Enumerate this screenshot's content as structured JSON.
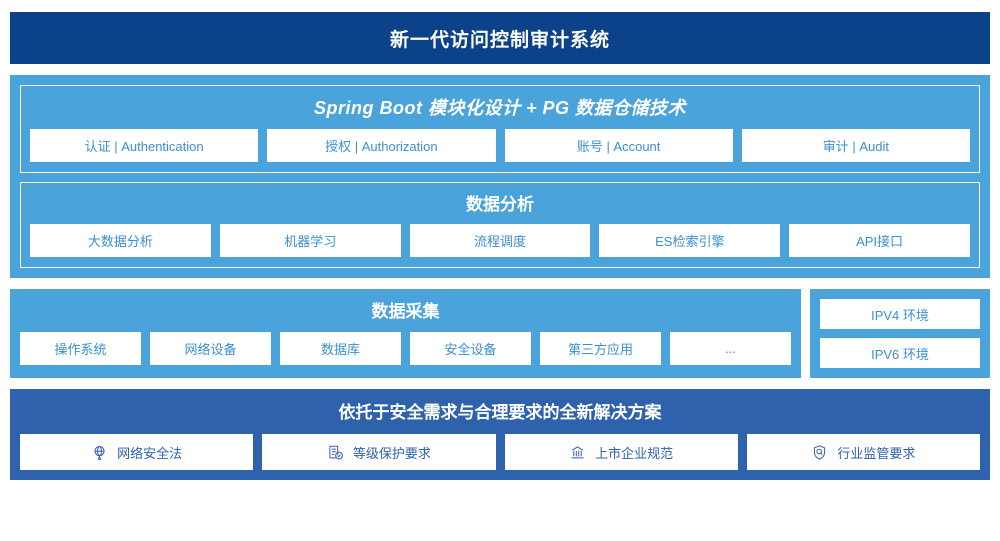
{
  "header": {
    "title": "新一代访问控制审计系统"
  },
  "colors": {
    "header_navy": "#0C4289",
    "panel_blue": "#4BA3DC",
    "panel_mid_blue": "#2E62AC",
    "chip_text": "#3C8FD0",
    "chip_text_mid": "#2E62AC",
    "chip_bg": "#FFFFFF"
  },
  "architecture": {
    "spring": {
      "title": "Spring Boot 模块化设计 + PG 数据仓储技术",
      "items": [
        {
          "label": "认证 | Authentication"
        },
        {
          "label": "授权 | Authorization"
        },
        {
          "label": "账号 | Account"
        },
        {
          "label": "审计 | Audit"
        }
      ]
    },
    "analysis": {
      "title": "数据分析",
      "items": [
        {
          "label": "大数据分析"
        },
        {
          "label": "机器学习"
        },
        {
          "label": "流程调度"
        },
        {
          "label": "ES检索引擎"
        },
        {
          "label": "API接口"
        }
      ]
    }
  },
  "collection": {
    "title": "数据采集",
    "items": [
      {
        "label": "操作系统"
      },
      {
        "label": "网络设备"
      },
      {
        "label": "数据库"
      },
      {
        "label": "安全设备"
      },
      {
        "label": "第三方应用"
      },
      {
        "label": "..."
      }
    ],
    "environments": [
      {
        "label": "IPV4 环境"
      },
      {
        "label": "IPV6 环境"
      }
    ]
  },
  "compliance": {
    "title": "依托于安全需求与合理要求的全新解决方案",
    "items": [
      {
        "label": "网络安全法",
        "icon": "globe-icon"
      },
      {
        "label": "等级保护要求",
        "icon": "document-check-icon"
      },
      {
        "label": "上市企业规范",
        "icon": "bank-icon"
      },
      {
        "label": "行业监管要求",
        "icon": "shield-search-icon"
      }
    ]
  }
}
